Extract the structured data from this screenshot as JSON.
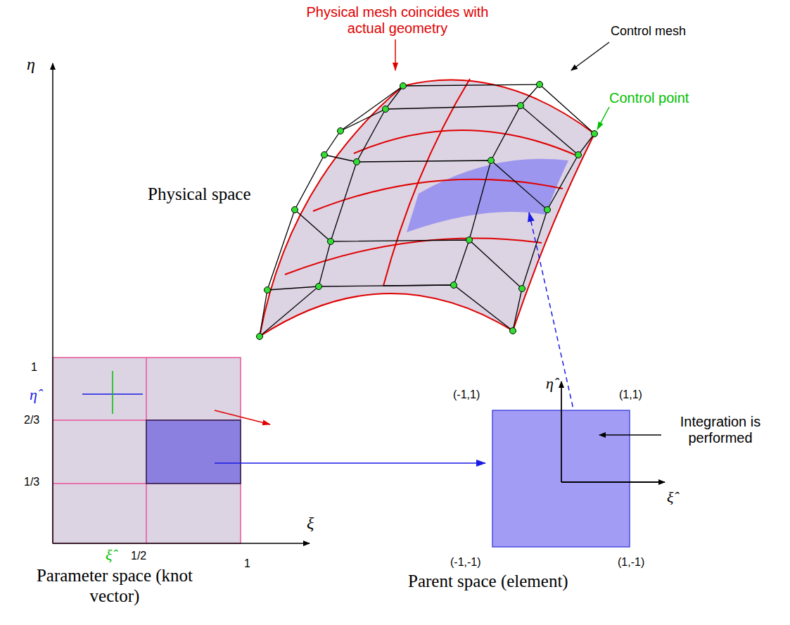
{
  "diagram": {
    "labels": [
      "Physical mesh coincides with actual geometry",
      "Control mesh",
      "Control point",
      "Physical space",
      "η",
      "1",
      "η̂",
      "2/3",
      "1/3",
      "ξ",
      "ξ̂",
      "1/2",
      "1",
      "Parameter space (knot vector)",
      "η̂",
      "(-1,1)",
      "(1,1)",
      "Integration is performed",
      "ξ̂",
      "(-1,-1)",
      "(1,-1)",
      "Parent space (element)"
    ]
  }
}
